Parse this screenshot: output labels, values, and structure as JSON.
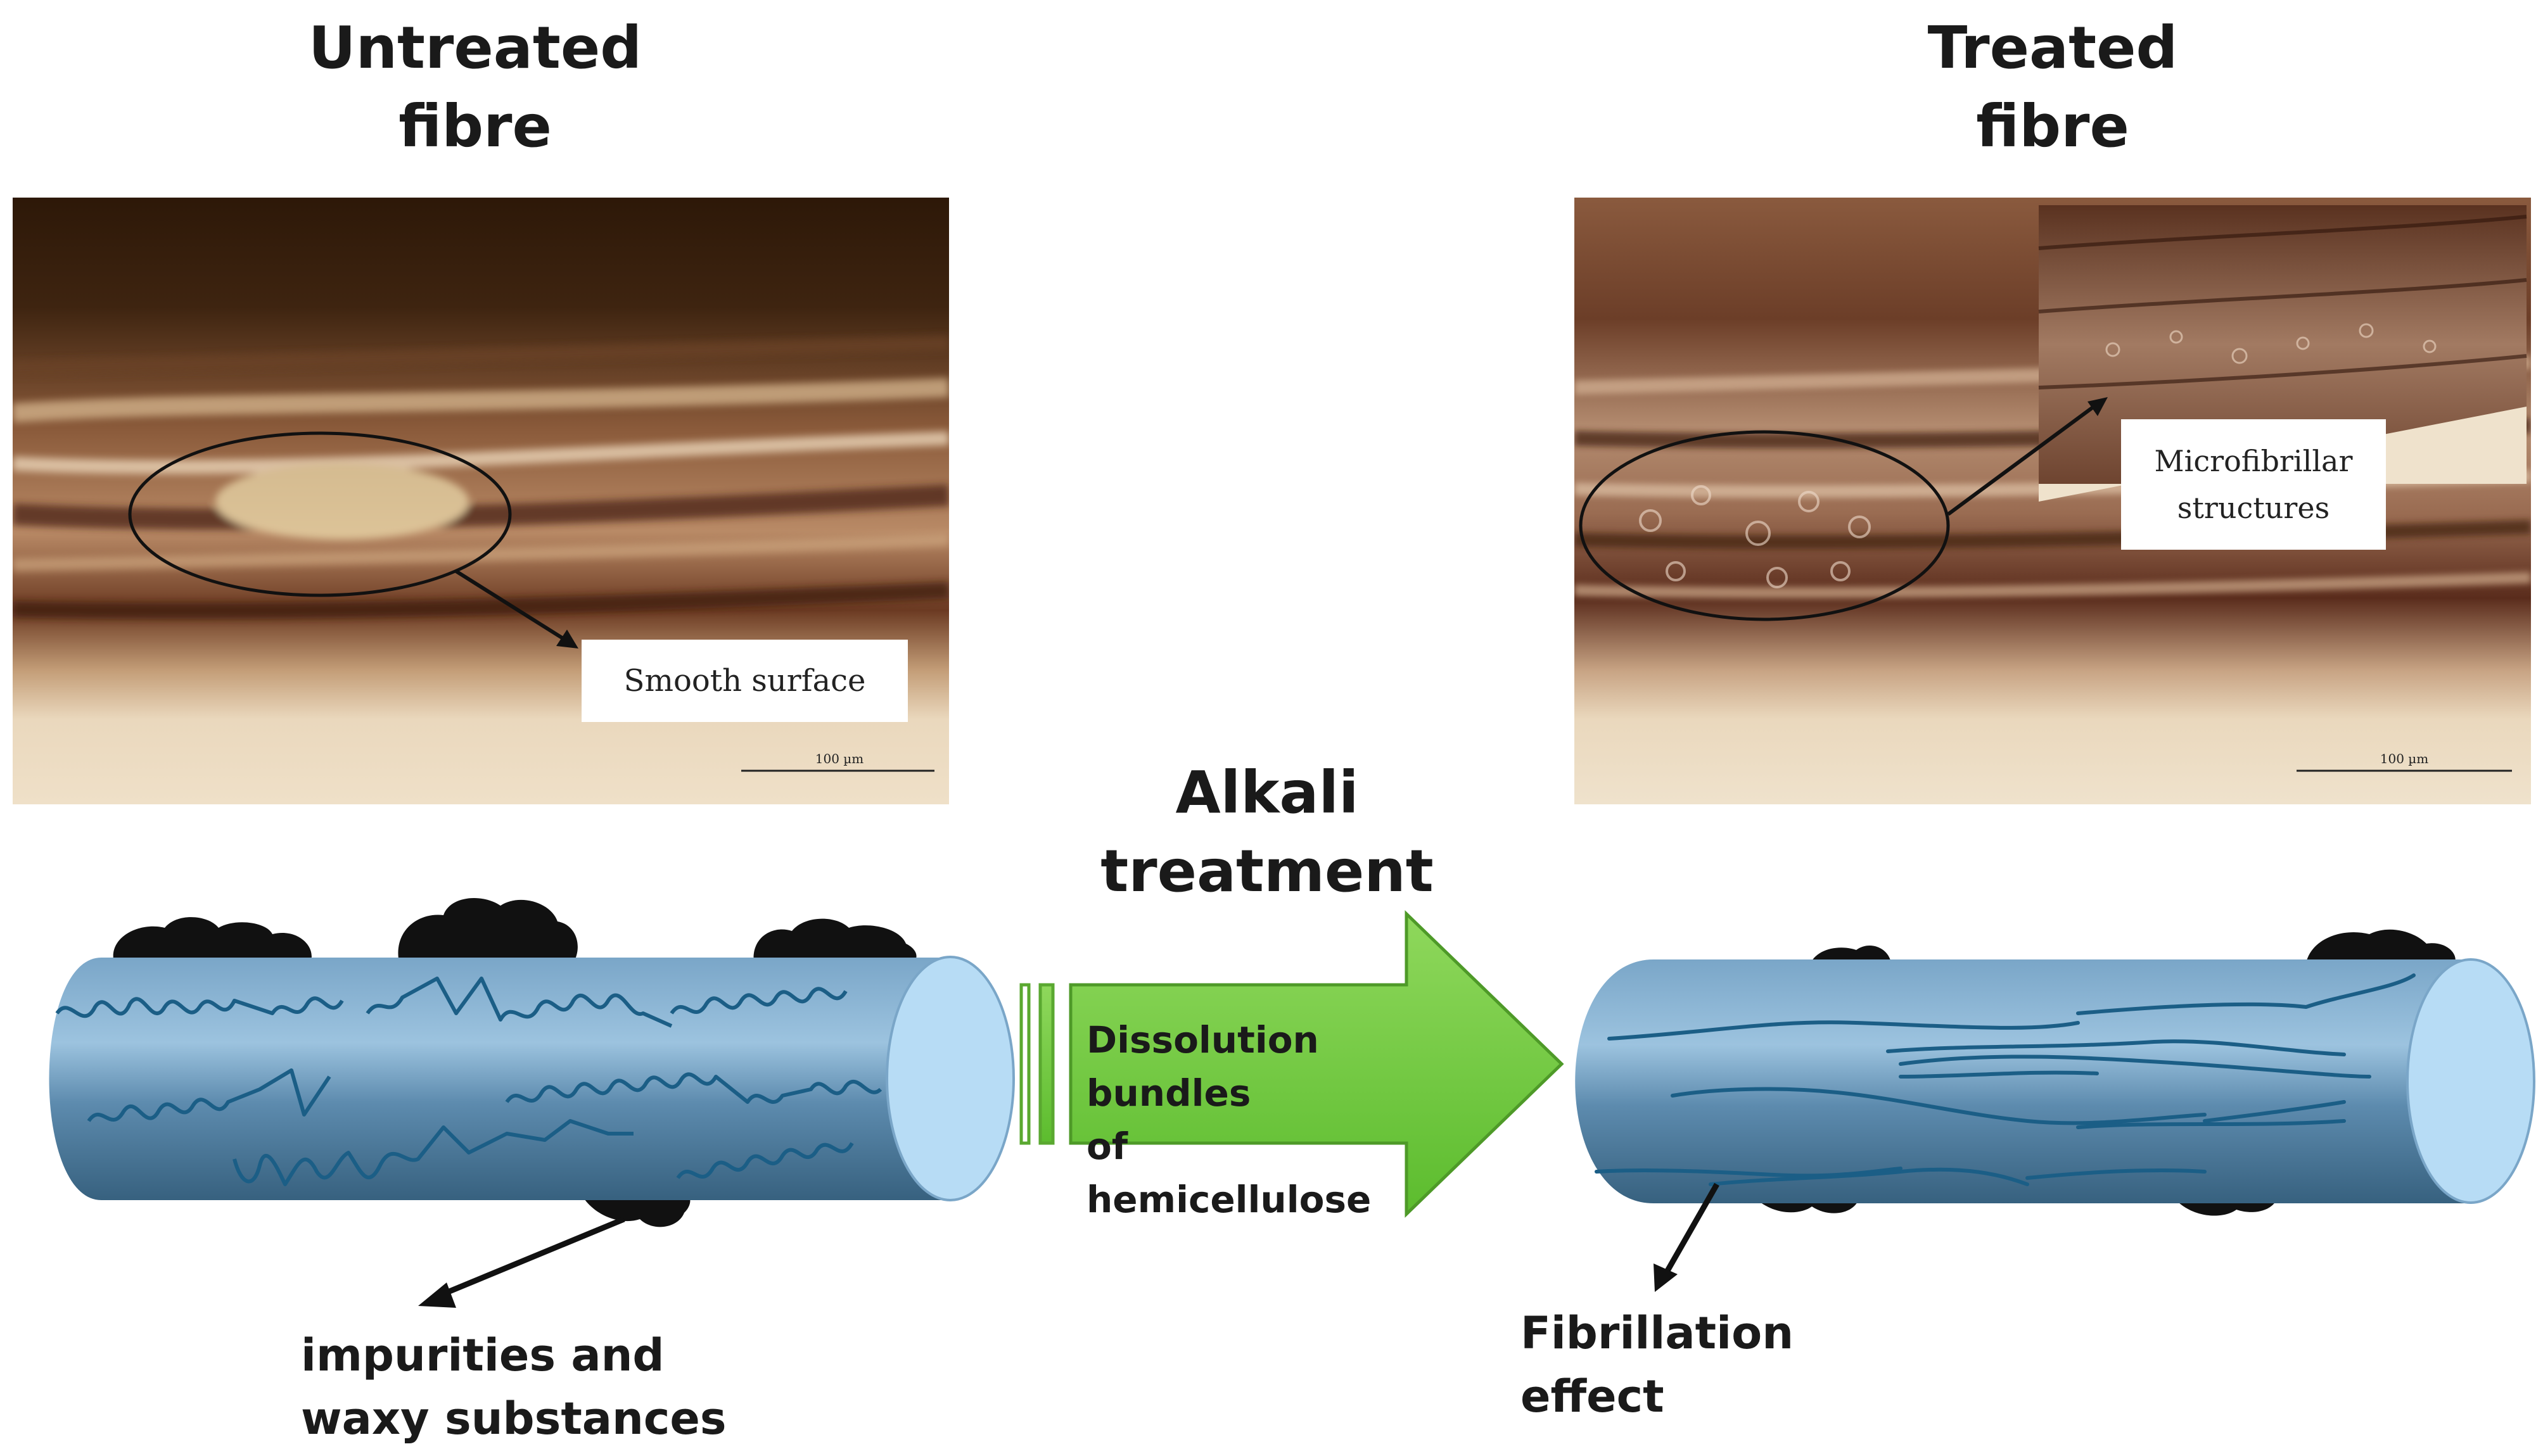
{
  "titles": {
    "untreated": [
      "Untreated",
      "fibre"
    ],
    "treated": [
      "Treated",
      "fibre"
    ],
    "process": [
      "Alkali",
      "treatment"
    ]
  },
  "micrographs": {
    "left": {
      "label": "Smooth surface",
      "scale": "100 µm"
    },
    "right": {
      "label": [
        "Microfibrillar",
        "structures"
      ],
      "scale": "100 µm"
    }
  },
  "arrow": {
    "text": [
      "Dissolution bundles",
      "of hemicellulose"
    ],
    "color": "#6cc83c"
  },
  "labels": {
    "impurities": [
      "impurities and",
      "waxy substances"
    ],
    "fibrillation": [
      "Fibrillation",
      "effect"
    ]
  },
  "colors": {
    "fibre_body": "#5f8fb5",
    "fibre_end": "#b7dcf5",
    "fibril_line": "#1b5e86",
    "deposit": "#111111"
  }
}
